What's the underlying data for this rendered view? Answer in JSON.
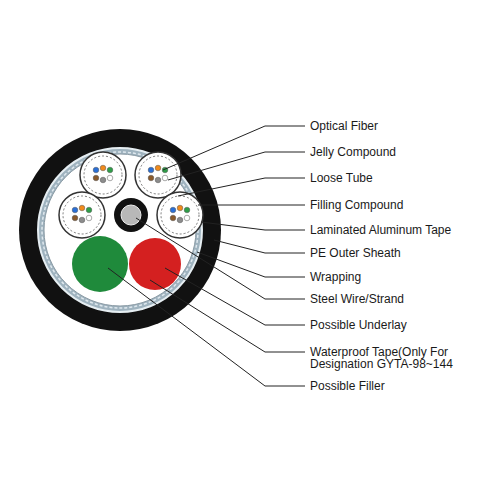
{
  "diagram": {
    "labels": [
      "Optical Fiber",
      "Jelly Compound",
      "Loose Tube",
      "Filling Compound",
      "Laminated Aluminum Tape",
      "PE Outer Sheath",
      "Wrapping",
      "Steel Wire/Strand",
      "Possible Underlay",
      "Waterproof Tape(Only For Designation GYTA-98~144",
      "Possible Filler"
    ]
  }
}
